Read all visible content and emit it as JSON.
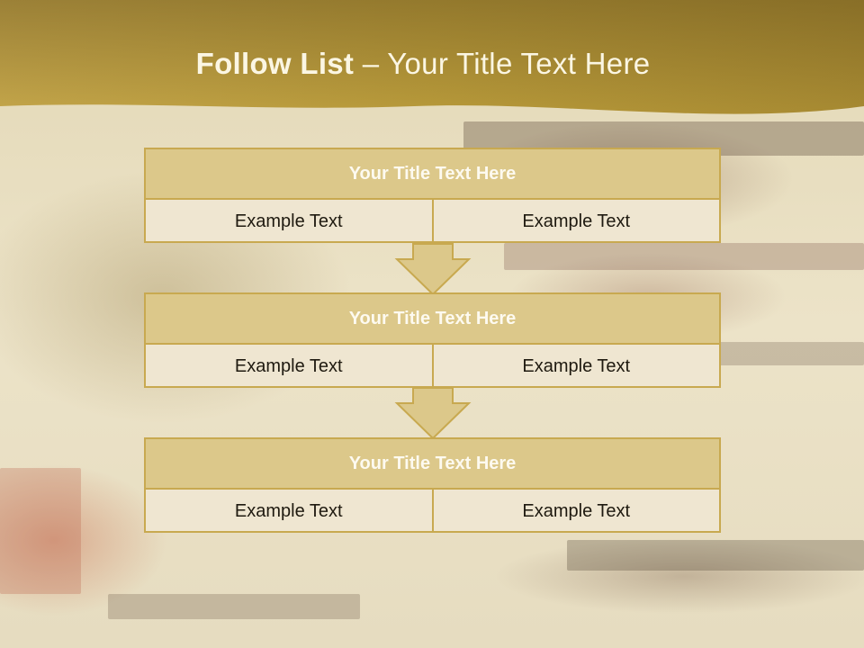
{
  "slide": {
    "title_bold": "Follow List",
    "title_rest": " – Your Title Text Here"
  },
  "blocks": [
    {
      "heading": "Your Title Text Here",
      "left": "Example Text",
      "right": "Example Text"
    },
    {
      "heading": "Your Title Text Here",
      "left": "Example Text",
      "right": "Example Text"
    },
    {
      "heading": "Your Title Text Here",
      "left": "Example Text",
      "right": "Example Text"
    }
  ],
  "colors": {
    "header_gold": "#b89a3a",
    "box_border": "#c8a950",
    "box_header": "#dcc88a",
    "box_body": "#efe6d1"
  }
}
